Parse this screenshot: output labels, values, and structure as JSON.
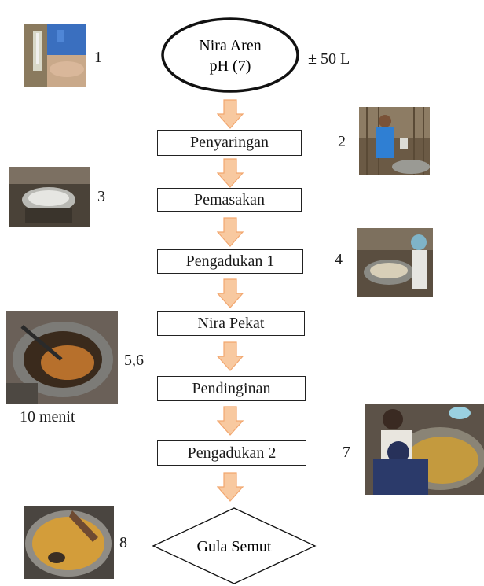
{
  "start": {
    "line1": "Nira Aren",
    "line2": "pH (7)"
  },
  "volume": "± 50 L",
  "steps": [
    "Penyaringan",
    "Pemasakan",
    "Pengadukan 1",
    "Nira Pekat",
    "Pendinginan",
    "Pengadukan 2"
  ],
  "end": "Gula Semut",
  "photo_numbers": [
    "1",
    "2",
    "3",
    "4",
    "5,6",
    "7",
    "8"
  ],
  "duration": "10 menit",
  "colors": {
    "arrow_fill": "#f8c9a0",
    "arrow_stroke": "#f2a66e",
    "line": "#222222"
  }
}
